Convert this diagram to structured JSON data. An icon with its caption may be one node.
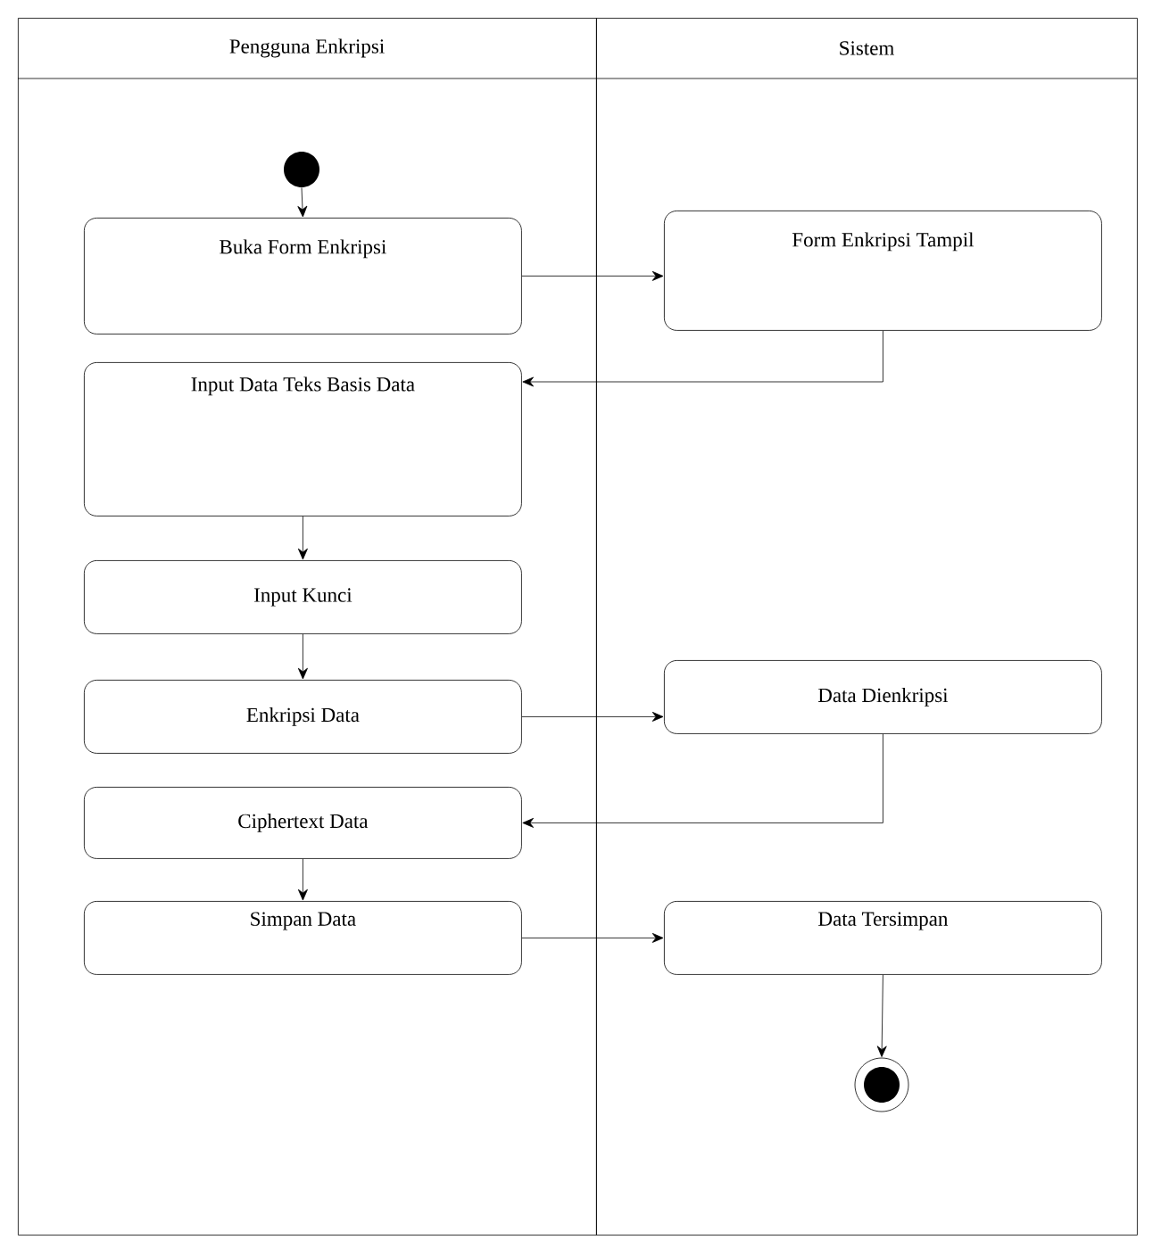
{
  "diagram": {
    "nodes": [
      {
        "text": [
          "Pengguna Enkripsi"
        ]
      },
      {
        "text": [
          "Sistem"
        ]
      },
      {
        "text": [],
        "shape": "circle",
        "in": 0
      },
      {
        "text": [
          "Buka Form Enkripsi"
        ],
        "in": 0
      },
      {
        "text": [
          "Form Enkripsi Tampil"
        ],
        "in": 1
      },
      {
        "text": [
          "Input Data Teks Basis Data"
        ],
        "in": 0
      },
      {
        "text": [
          "Input Kunci"
        ],
        "in": 0
      },
      {
        "text": [
          "Enkripsi Data"
        ],
        "in": 0
      },
      {
        "text": [
          "Data Dienkripsi"
        ],
        "in": 1
      },
      {
        "text": [
          "Ciphertext Data"
        ],
        "in": 0
      },
      {
        "text": [
          "Simpan Data"
        ],
        "in": 0
      },
      {
        "text": [
          "Data Tersimpan"
        ],
        "in": 1
      },
      {
        "text": [],
        "shape": "circle",
        "in": 1
      }
    ],
    "edges": [
      {
        "from": 2,
        "to": 3,
        "arrow": "to"
      },
      {
        "from": 3,
        "to": 4,
        "arrow": "to"
      },
      {
        "from": 4,
        "to": 5,
        "arrow": "to"
      },
      {
        "from": 5,
        "to": 6,
        "arrow": "to"
      },
      {
        "from": 6,
        "to": 7,
        "arrow": "to"
      },
      {
        "from": 7,
        "to": 8,
        "arrow": "to"
      },
      {
        "from": 8,
        "to": 9,
        "arrow": "to"
      },
      {
        "from": 9,
        "to": 10,
        "arrow": "to"
      },
      {
        "from": 10,
        "to": 11,
        "arrow": "to"
      },
      {
        "from": 11,
        "to": 12,
        "arrow": "to"
      }
    ]
  }
}
